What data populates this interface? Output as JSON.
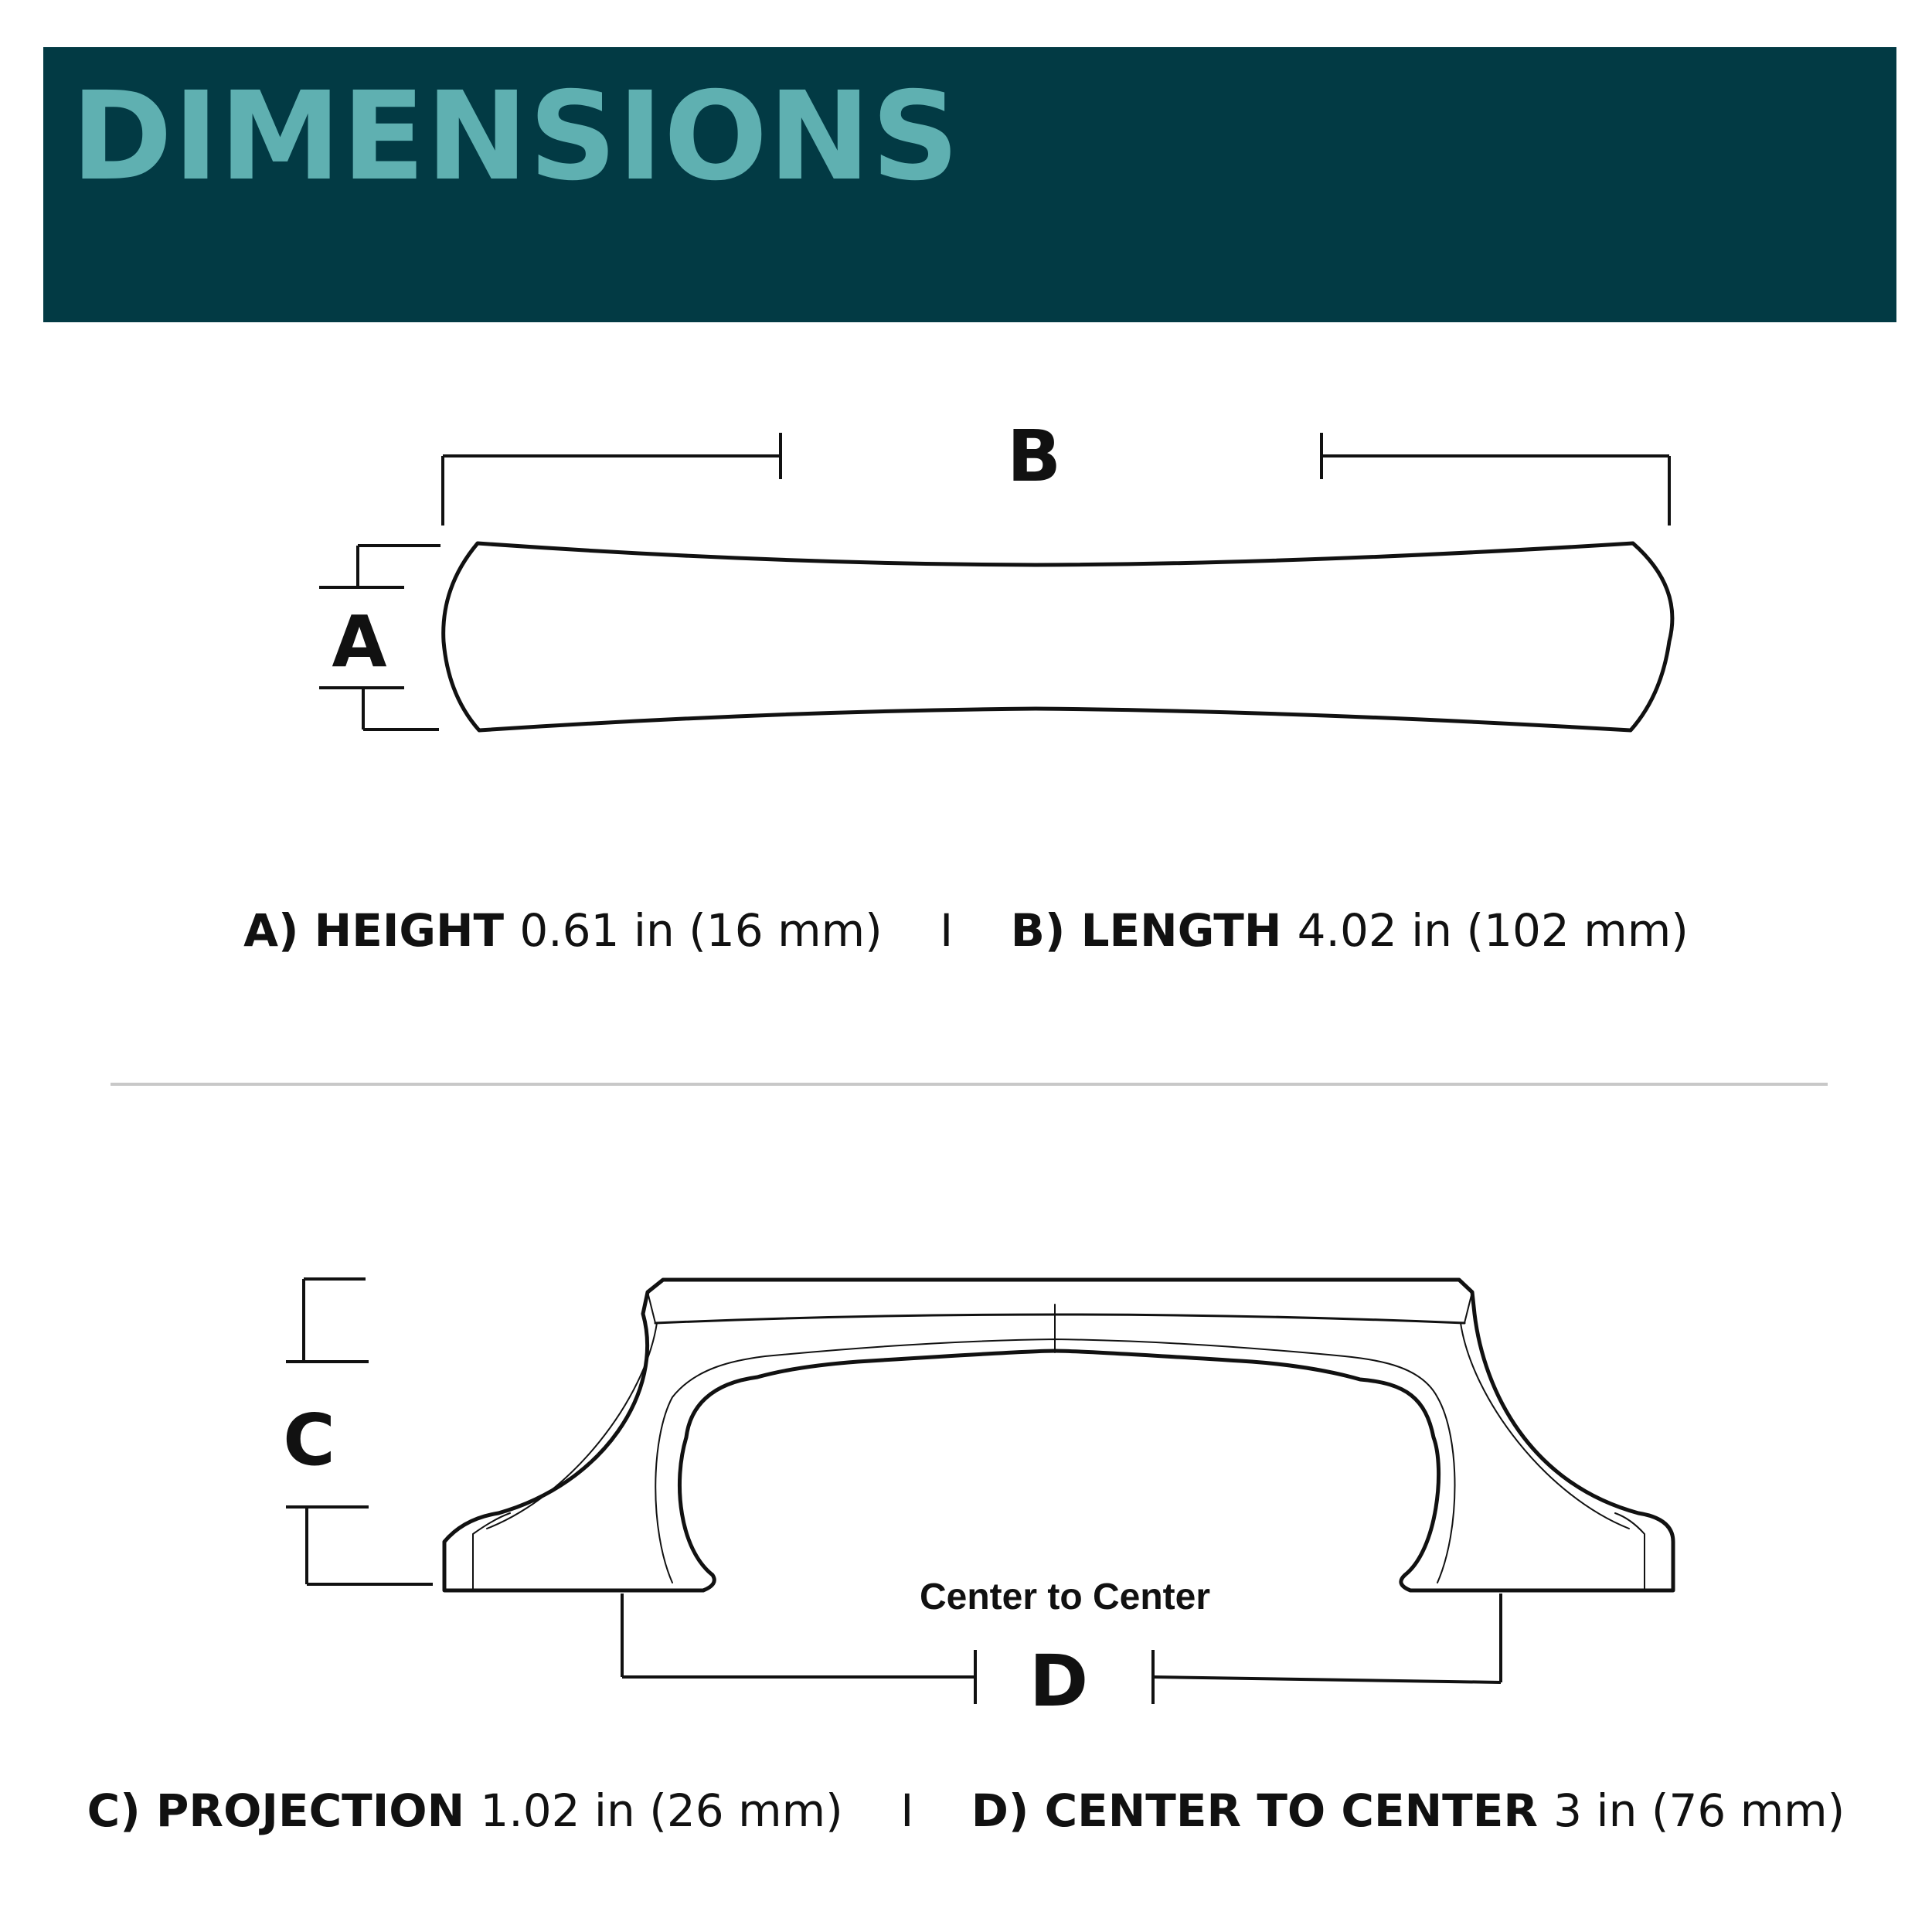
{
  "header": {
    "title": "DIMENSIONS",
    "background_color": "#023a44",
    "title_color": "#5fb0b1"
  },
  "top_view": {
    "label_a": "A",
    "label_b": "B"
  },
  "top_specs": {
    "a_label": "A) HEIGHT",
    "a_value": "0.61 in (16 mm)",
    "separator": "I",
    "b_label": "B) LENGTH",
    "b_value": "4.02 in (102 mm)"
  },
  "side_view": {
    "label_c": "C",
    "label_d": "D",
    "center_caption": "Center to Center"
  },
  "bottom_specs": {
    "c_label": "C) PROJECTION",
    "c_value": "1.02 in (26 mm)",
    "separator": "I",
    "d_label": "D) CENTER TO CENTER",
    "d_value": "3 in (76 mm)"
  },
  "divider_color": "#c8c8c8"
}
